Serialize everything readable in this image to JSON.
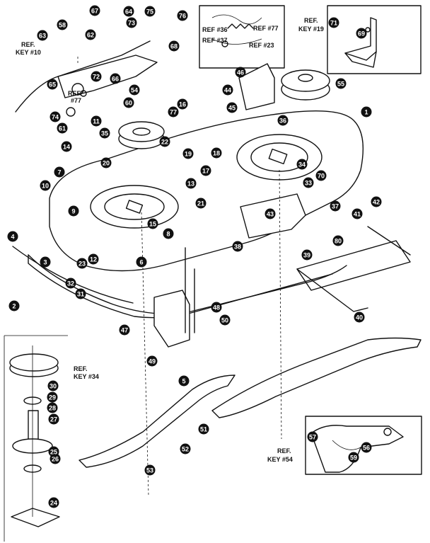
{
  "callouts": [
    {
      "id": "c1",
      "label": "58"
    },
    {
      "id": "c2",
      "label": "67"
    },
    {
      "id": "c3",
      "label": "64"
    },
    {
      "id": "c4",
      "label": "73"
    },
    {
      "id": "c5",
      "label": "75"
    },
    {
      "id": "c6",
      "label": "76"
    },
    {
      "id": "c7",
      "label": "68"
    },
    {
      "id": "c8",
      "label": "63"
    },
    {
      "id": "c9",
      "label": "62"
    },
    {
      "id": "c10",
      "label": "54"
    },
    {
      "id": "c11",
      "label": "66"
    },
    {
      "id": "c12",
      "label": "72"
    },
    {
      "id": "c13",
      "label": "65"
    },
    {
      "id": "c14",
      "label": "60"
    },
    {
      "id": "c15",
      "label": "61"
    },
    {
      "id": "c16",
      "label": "74"
    },
    {
      "id": "c17",
      "label": "69"
    },
    {
      "id": "c18",
      "label": "46"
    },
    {
      "id": "c19",
      "label": "55"
    },
    {
      "id": "c20",
      "label": "44"
    },
    {
      "id": "c21",
      "label": "45"
    },
    {
      "id": "c22",
      "label": "1"
    },
    {
      "id": "c23",
      "label": "16"
    },
    {
      "id": "c24",
      "label": "77"
    },
    {
      "id": "c25",
      "label": "22"
    },
    {
      "id": "c26",
      "label": "14"
    },
    {
      "id": "c27",
      "label": "11"
    },
    {
      "id": "c28",
      "label": "35"
    },
    {
      "id": "c29",
      "label": "19"
    },
    {
      "id": "c30",
      "label": "18"
    },
    {
      "id": "c31",
      "label": "17"
    },
    {
      "id": "c32",
      "label": "13"
    },
    {
      "id": "c33",
      "label": "20"
    },
    {
      "id": "c34",
      "label": "21"
    },
    {
      "id": "c35",
      "label": "34"
    },
    {
      "id": "c36",
      "label": "70"
    },
    {
      "id": "c37",
      "label": "33"
    },
    {
      "id": "c38",
      "label": "7"
    },
    {
      "id": "c39",
      "label": "10"
    },
    {
      "id": "c40",
      "label": "15"
    },
    {
      "id": "c41",
      "label": "36"
    },
    {
      "id": "c42",
      "label": "9"
    },
    {
      "id": "c43",
      "label": "23"
    },
    {
      "id": "c44",
      "label": "12"
    },
    {
      "id": "c45",
      "label": "5"
    },
    {
      "id": "c46",
      "label": "8"
    },
    {
      "id": "c47",
      "label": "38"
    },
    {
      "id": "c48",
      "label": "43"
    },
    {
      "id": "c49",
      "label": "37"
    },
    {
      "id": "c50",
      "label": "39"
    },
    {
      "id": "c51",
      "label": "41"
    },
    {
      "id": "c52",
      "label": "42"
    },
    {
      "id": "c53",
      "label": "80"
    },
    {
      "id": "c54",
      "label": "4"
    },
    {
      "id": "c55",
      "label": "3"
    },
    {
      "id": "c56",
      "label": "32"
    },
    {
      "id": "c57",
      "label": "31"
    },
    {
      "id": "c58",
      "label": "6"
    },
    {
      "id": "c59",
      "label": "50"
    },
    {
      "id": "c60",
      "label": "2"
    },
    {
      "id": "c61",
      "label": "40"
    },
    {
      "id": "c62",
      "label": "48"
    },
    {
      "id": "c63",
      "label": "47"
    },
    {
      "id": "c64",
      "label": "49"
    },
    {
      "id": "c65",
      "label": "53"
    },
    {
      "id": "c66",
      "label": "52"
    },
    {
      "id": "c67",
      "label": "51"
    },
    {
      "id": "c68",
      "label": "57"
    },
    {
      "id": "c69",
      "label": "56"
    },
    {
      "id": "c70",
      "label": "59"
    },
    {
      "id": "c71",
      "label": "71"
    },
    {
      "id": "c72",
      "label": "26"
    },
    {
      "id": "c73",
      "label": "25"
    },
    {
      "id": "c74",
      "label": "24"
    },
    {
      "id": "c75",
      "label": "27"
    },
    {
      "id": "c76",
      "label": "29"
    },
    {
      "id": "c77",
      "label": "30"
    },
    {
      "id": "c78",
      "label": "28"
    }
  ],
  "ref_labels": {
    "ref_key_10_line1": "REF.",
    "ref_key_10_line2": "KEY #10",
    "ref_key_19_line1": "REF.",
    "ref_key_19_line2": "KEY #19",
    "ref_key_34_line1": "REF.",
    "ref_key_34_line2": "KEY #34",
    "ref_key_54_line1": "REF.",
    "ref_key_54_line2": "KEY #54",
    "ref_36": "REF #36",
    "ref_37": "REF #37",
    "ref_77": "REF #77",
    "ref_23": "REF #23",
    "ref_77b_line1": "REF.",
    "ref_77b_line2": "#77"
  }
}
